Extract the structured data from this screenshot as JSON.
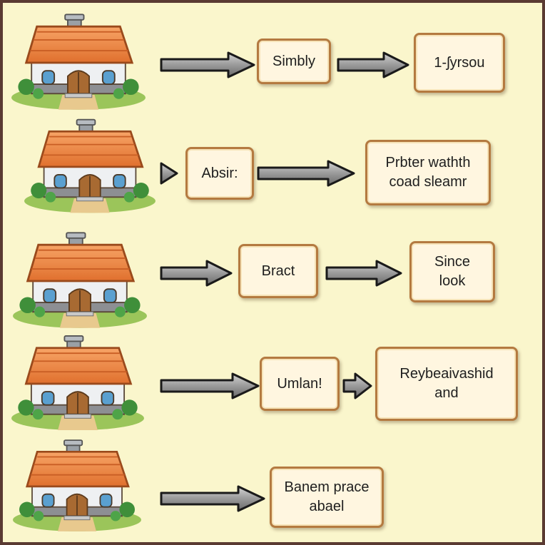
{
  "colors": {
    "background": "#faf6cc",
    "frame": "#5a3a32",
    "box_border": "#b47a40",
    "box_fill": "#fff6e0",
    "roof": "#f08a46",
    "arrow": "#8f8f8f"
  },
  "rows": [
    {
      "house_icon": "cottage-icon",
      "labels": [
        "Simbly",
        "1-ʃyrsou"
      ]
    },
    {
      "house_icon": "cottage-icon",
      "labels": [
        "Absir:",
        "Prbter wathth\ncoad sleamr"
      ]
    },
    {
      "house_icon": "cottage-icon",
      "labels": [
        "Bract",
        "Since\nlook"
      ]
    },
    {
      "house_icon": "cottage-icon",
      "labels": [
        "Umlan!",
        "Reybeaivashid\nand"
      ]
    },
    {
      "house_icon": "cottage-icon",
      "labels": [
        "Banem prace\nabael"
      ]
    }
  ]
}
